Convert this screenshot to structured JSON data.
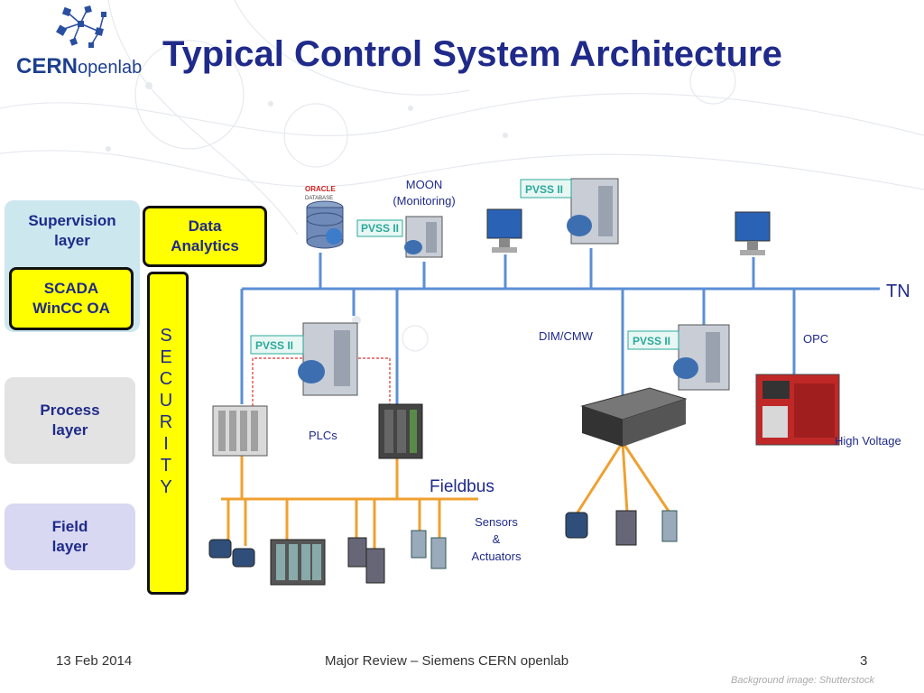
{
  "slide": {
    "title": "Typical Control System Architecture",
    "logo": {
      "brand": "CERN",
      "suffix": "openlab"
    }
  },
  "layers": {
    "supervision": "Supervision layer",
    "scada": "SCADA WinCC OA",
    "data_analytics": "Data Analytics",
    "process": "Process layer",
    "field": "Field layer"
  },
  "security_letters": [
    "S",
    "E",
    "C",
    "U",
    "R",
    "I",
    "T",
    "Y"
  ],
  "labels": {
    "moon": "MOON",
    "monitoring": "(Monitoring)",
    "tn": "TN",
    "dim_cmw": "DIM/CMW",
    "opc": "OPC",
    "plcs": "PLCs",
    "high_voltage": "High Voltage",
    "fieldbus": "Fieldbus",
    "sensors": "Sensors",
    "amp": "&",
    "actuators": "Actuators",
    "oracle": "ORACLE",
    "database": "DATABASE",
    "pvss": "PVSS II"
  },
  "footer": {
    "date": "13  Feb 2014",
    "center": "Major Review – Siemens CERN openlab",
    "page": "3",
    "credit": "Background image: Shutterstock"
  },
  "colors": {
    "title": "#1f2a8a",
    "network_line": "#5b8fd6",
    "fieldbus_line": "#f0a030",
    "security": "#ffff00",
    "supervision_bg": "#cde7ef",
    "process_bg": "#e3e3e3",
    "field_bg": "#d8d8f2"
  }
}
